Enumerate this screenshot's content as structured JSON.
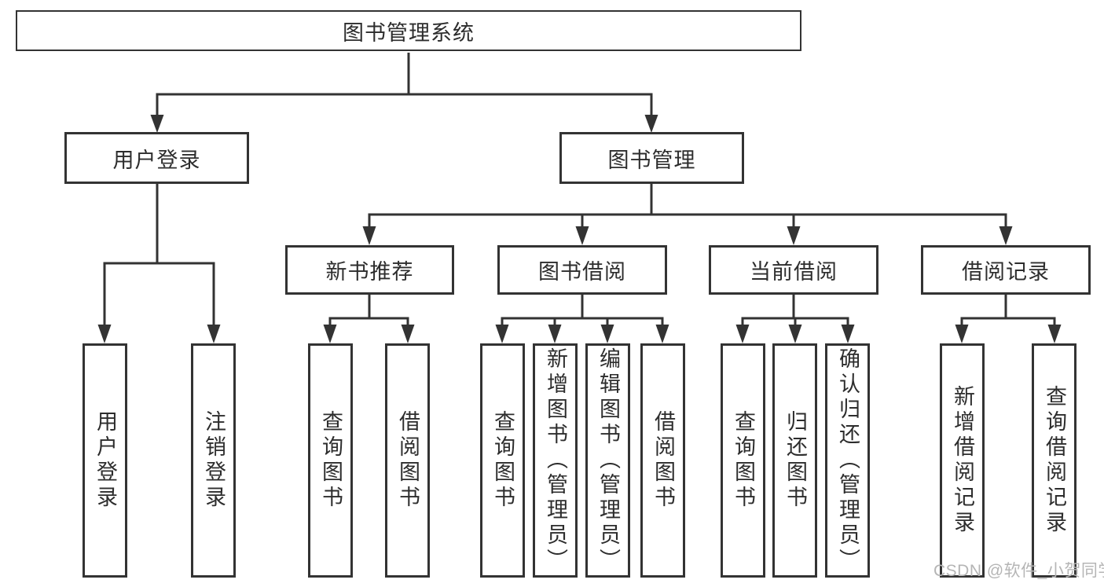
{
  "nodes": {
    "root": "图书管理系统",
    "user_login": "用户登录",
    "book_mgmt": "图书管理",
    "new_books": "新书推荐",
    "book_borrow": "图书借阅",
    "current_borrow": "当前借阅",
    "borrow_records": "借阅记录",
    "leaf_user_login": "用户登录",
    "leaf_logout": "注销登录",
    "leaf_nb_query": "查询图书",
    "leaf_nb_borrow": "借阅图书",
    "leaf_bb_query": "查询图书",
    "leaf_bb_add": "新增图书（管理员）",
    "leaf_bb_edit": "编辑图书（管理员）",
    "leaf_bb_borrow": "借阅图书",
    "leaf_cb_query": "查询图书",
    "leaf_cb_return": "归还图书",
    "leaf_cb_confirm": "确认归还（管理员）",
    "leaf_br_add": "新增借阅记录",
    "leaf_br_query": "查询借阅记录"
  },
  "watermark": "CSDN @软件_小贺同学",
  "colors": {
    "line": "#333333",
    "text": "#2d2d2d",
    "watermark": "#b5b5b5",
    "background": "#ffffff"
  }
}
